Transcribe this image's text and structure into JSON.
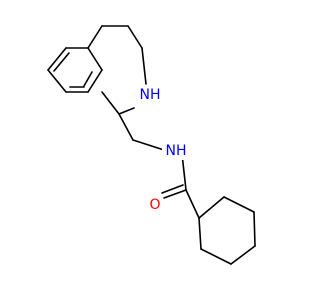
{
  "colors": {
    "carbon_bond": "#000000",
    "nitrogen": "#0000ff",
    "oxygen": "#ff0000",
    "background": "#ffffff"
  },
  "labels": {
    "ring_nh": "NH",
    "amide_nh": "NH",
    "carbonyl_o": "O"
  }
}
